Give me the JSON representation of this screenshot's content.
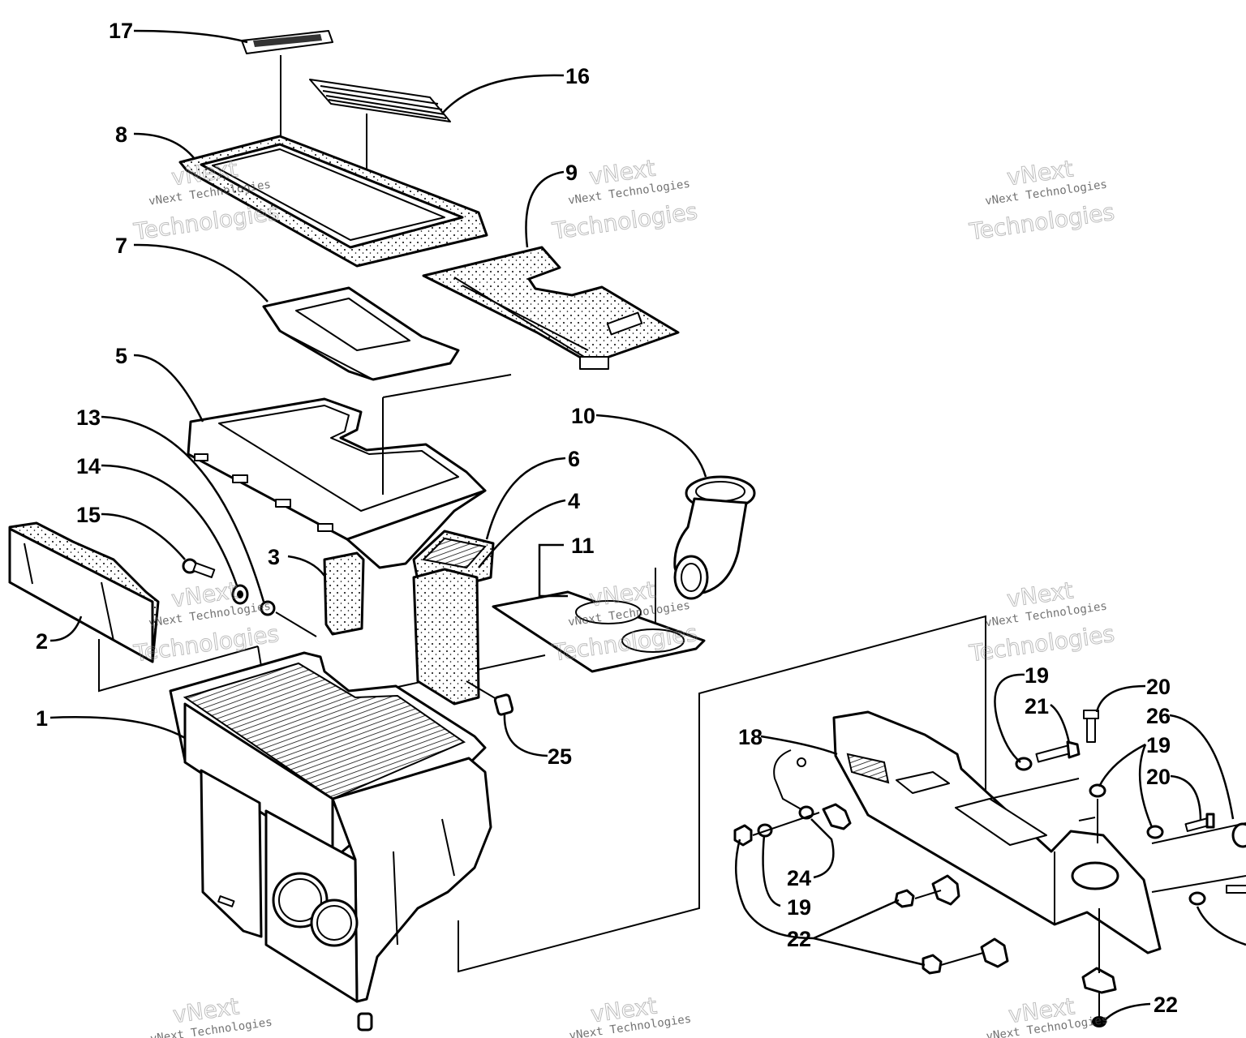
{
  "callouts": [
    {
      "id": "c17",
      "label": "17"
    },
    {
      "id": "c16",
      "label": "16"
    },
    {
      "id": "c8",
      "label": "8"
    },
    {
      "id": "c9",
      "label": "9"
    },
    {
      "id": "c7",
      "label": "7"
    },
    {
      "id": "c5",
      "label": "5"
    },
    {
      "id": "c13",
      "label": "13"
    },
    {
      "id": "c10",
      "label": "10"
    },
    {
      "id": "c6",
      "label": "6"
    },
    {
      "id": "c14",
      "label": "14"
    },
    {
      "id": "c4",
      "label": "4"
    },
    {
      "id": "c15",
      "label": "15"
    },
    {
      "id": "c11",
      "label": "11"
    },
    {
      "id": "c3",
      "label": "3"
    },
    {
      "id": "c2",
      "label": "2"
    },
    {
      "id": "c1",
      "label": "1"
    },
    {
      "id": "c25",
      "label": "25"
    },
    {
      "id": "c19a",
      "label": "19"
    },
    {
      "id": "c20a",
      "label": "20"
    },
    {
      "id": "c21",
      "label": "21"
    },
    {
      "id": "c26",
      "label": "26"
    },
    {
      "id": "c18",
      "label": "18"
    },
    {
      "id": "c19b",
      "label": "19"
    },
    {
      "id": "c20b",
      "label": "20"
    },
    {
      "id": "c24",
      "label": "24"
    },
    {
      "id": "c19c",
      "label": "19"
    },
    {
      "id": "c22a",
      "label": "22"
    },
    {
      "id": "c22b",
      "label": "22"
    }
  ],
  "watermark": {
    "line1": "vNext",
    "line2": "vNext Technologies",
    "line3": "Technologies"
  }
}
